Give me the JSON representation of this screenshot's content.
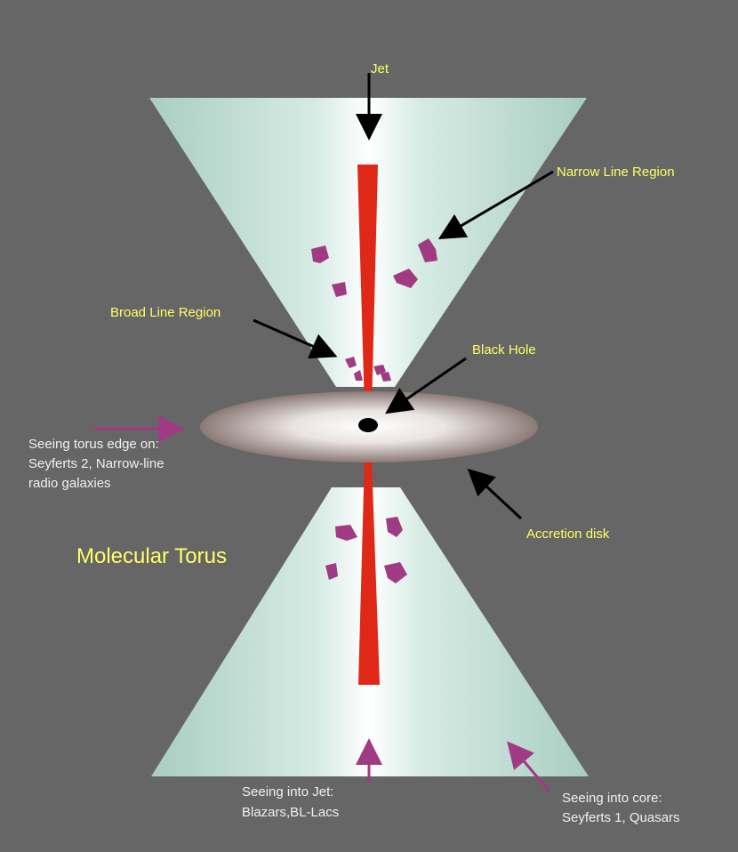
{
  "labels": {
    "jet": "Jet",
    "narrow_line_region": "Narrow Line Region",
    "broad_line_region": "Broad Line Region",
    "black_hole": "Black Hole",
    "torus_edge_line1": "Seeing torus edge on:",
    "torus_edge_line2": "Seyferts 2, Narrow-line",
    "torus_edge_line3": "radio galaxies",
    "accretion_disk": "Accretion disk",
    "molecular_torus": "Molecular Torus",
    "into_jet_line1": "Seeing into Jet:",
    "into_jet_line2": "Blazars,BL-Lacs",
    "into_core_line1": "Seeing into core:",
    "into_core_line2": "Seyferts 1, Quasars"
  },
  "colors": {
    "background": "#666666",
    "cone_edge": "#a9cdc2",
    "cone_center": "#ffffff",
    "jet": "#e02818",
    "clouds": "#a03a82",
    "disk_edge": "#8a7a76",
    "disk_center": "#ffffff",
    "black_hole": "#000000",
    "label_yellow": "#ffff66",
    "label_white": "#f0f0f0",
    "arrow_black": "#000000",
    "arrow_purple": "#a03a82"
  }
}
